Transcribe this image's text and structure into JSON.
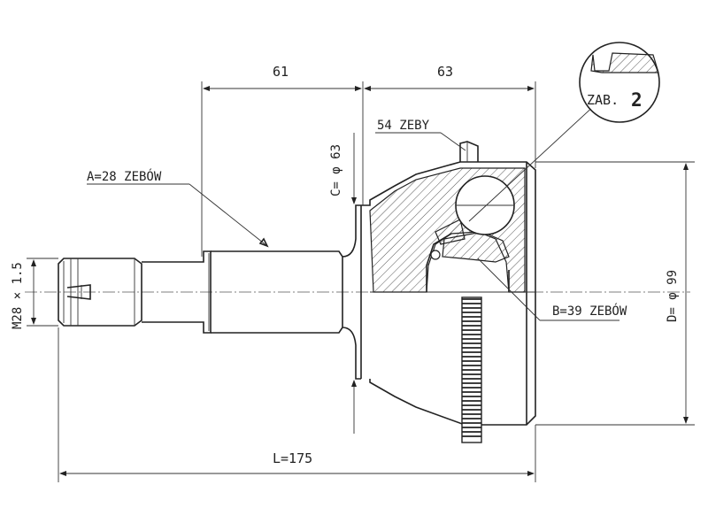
{
  "dimensions": {
    "left_length": "61",
    "right_length": "63",
    "total_length": "L=175",
    "thread": "M28 × 1.5",
    "dia_c": "C= φ 63",
    "dia_d": "D= φ 99"
  },
  "labels": {
    "spline_a": "A=28 ZEBÓW",
    "spline_b": "B=39 ZEBÓW",
    "abs_teeth": "54 ZEBY",
    "detail_ref": "ZAB.",
    "detail_num": "2"
  }
}
